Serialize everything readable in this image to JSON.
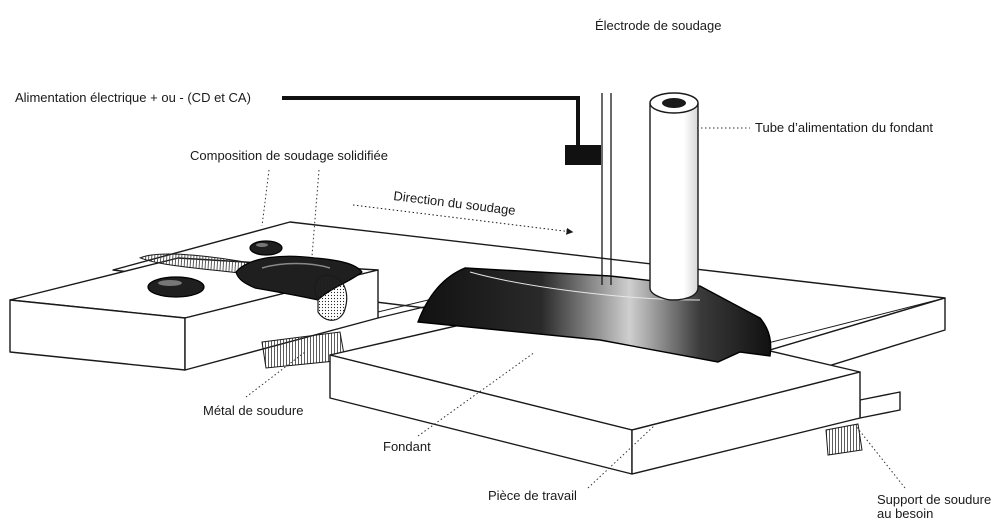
{
  "labels": {
    "electrode": "Électrode de soudage",
    "power": "Alimentation électrique + ou - (CD et CA)",
    "flux_tube": "Tube d’alimentation du fondant",
    "solidified": "Composition de soudage solidifiée",
    "direction": "Direction du soudage",
    "weld_metal": "Métal de soudure",
    "flux": "Fondant",
    "workpiece": "Pièce de travail",
    "support_line1": "Support de soudure",
    "support_line2": "au besoin"
  },
  "colors": {
    "ink": "#1a1a1a",
    "flux_dark": "#1f1f1f",
    "paper": "#ffffff"
  }
}
